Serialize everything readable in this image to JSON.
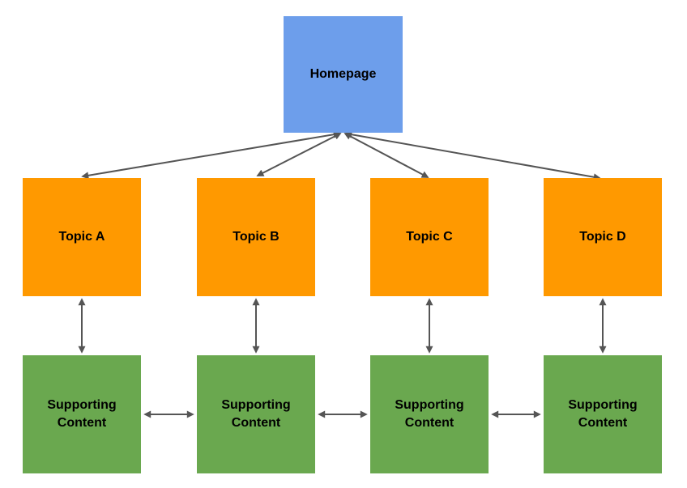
{
  "diagram": {
    "background_color": "#FFFFFF",
    "text_color": "#000000",
    "connector_color": "#555555",
    "connector_style": "double-headed-arrow",
    "nodes": {
      "homepage": {
        "label": "Homepage",
        "fill": "#6D9EEB",
        "shape": "square"
      },
      "topics": [
        {
          "label": "Topic A",
          "fill": "#FF9900",
          "shape": "square"
        },
        {
          "label": "Topic B",
          "fill": "#FF9900",
          "shape": "square"
        },
        {
          "label": "Topic C",
          "fill": "#FF9900",
          "shape": "square"
        },
        {
          "label": "Topic D",
          "fill": "#FF9900",
          "shape": "square"
        }
      ],
      "supporting": [
        {
          "label": "Supporting Content",
          "fill": "#6AA84F",
          "shape": "square"
        },
        {
          "label": "Supporting Content",
          "fill": "#6AA84F",
          "shape": "square"
        },
        {
          "label": "Supporting Content",
          "fill": "#6AA84F",
          "shape": "square"
        },
        {
          "label": "Supporting Content",
          "fill": "#6AA84F",
          "shape": "square"
        }
      ]
    },
    "connectors": [
      {
        "from": "Homepage",
        "to": "Topic A",
        "bidirectional": true
      },
      {
        "from": "Homepage",
        "to": "Topic B",
        "bidirectional": true
      },
      {
        "from": "Homepage",
        "to": "Topic C",
        "bidirectional": true
      },
      {
        "from": "Homepage",
        "to": "Topic D",
        "bidirectional": true
      },
      {
        "from": "Topic A",
        "to": "Supporting Content 1",
        "bidirectional": true
      },
      {
        "from": "Topic B",
        "to": "Supporting Content 2",
        "bidirectional": true
      },
      {
        "from": "Topic C",
        "to": "Supporting Content 3",
        "bidirectional": true
      },
      {
        "from": "Topic D",
        "to": "Supporting Content 4",
        "bidirectional": true
      },
      {
        "from": "Supporting Content 1",
        "to": "Supporting Content 2",
        "bidirectional": true
      },
      {
        "from": "Supporting Content 2",
        "to": "Supporting Content 3",
        "bidirectional": true
      },
      {
        "from": "Supporting Content 3",
        "to": "Supporting Content 4",
        "bidirectional": true
      }
    ]
  }
}
